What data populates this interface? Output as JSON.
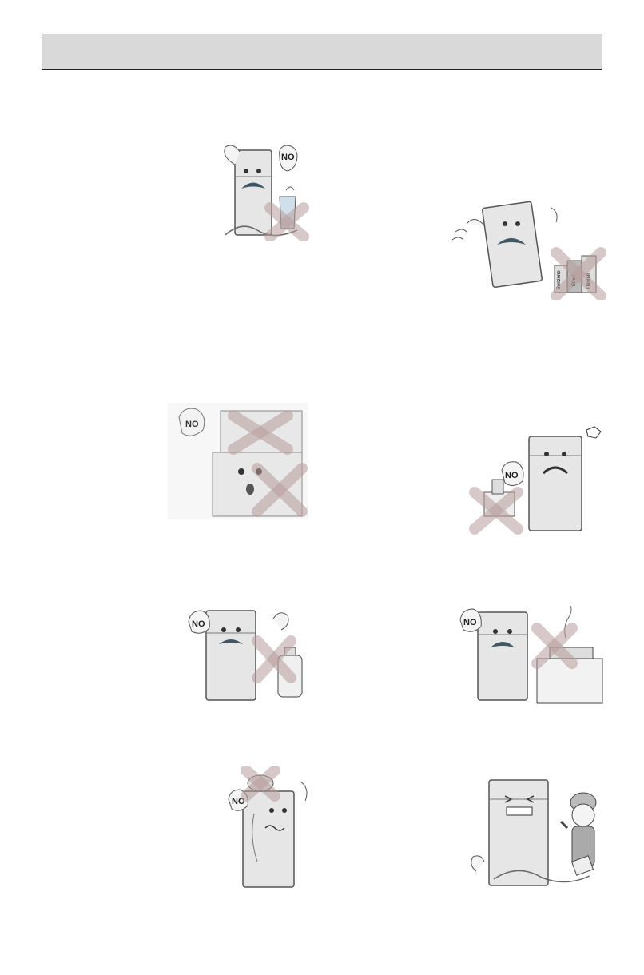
{
  "header": {
    "title": ""
  },
  "illustrations": [
    {
      "id": "water-spray",
      "caption": "",
      "sign": "NO"
    },
    {
      "id": "flammables",
      "caption": "",
      "sign": "",
      "labels": [
        "Ether",
        "Benzene",
        "Thinner"
      ]
    },
    {
      "id": "door-hang",
      "caption": "",
      "sign": "NO"
    },
    {
      "id": "medicine-storage",
      "caption": "",
      "sign": "NO"
    },
    {
      "id": "flammable-spray",
      "caption": "",
      "sign": "NO"
    },
    {
      "id": "heat-source",
      "caption": "",
      "sign": "NO"
    },
    {
      "id": "objects-on-top",
      "caption": "",
      "sign": "NO"
    },
    {
      "id": "disassemble",
      "caption": "",
      "sign": ""
    }
  ]
}
